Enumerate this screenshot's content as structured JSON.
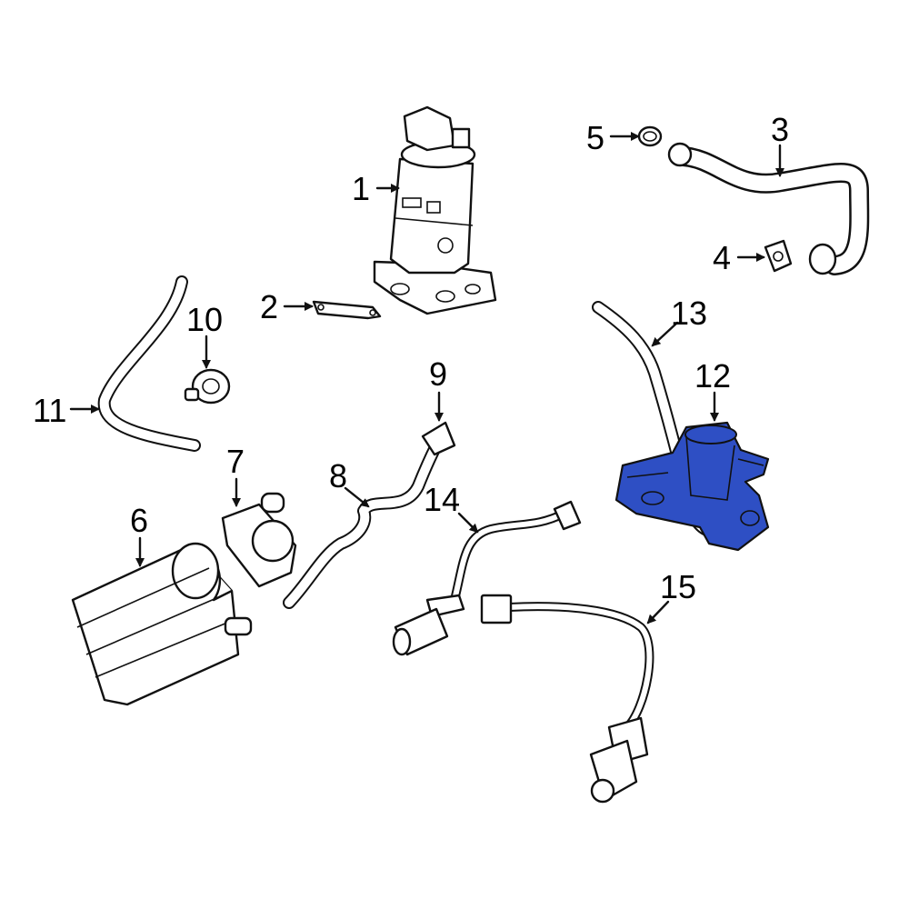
{
  "diagram": {
    "highlight_color": "#2e4fc4",
    "highlighted_part": "12",
    "callouts": [
      "1",
      "2",
      "3",
      "4",
      "5",
      "6",
      "7",
      "8",
      "9",
      "10",
      "11",
      "12",
      "13",
      "14",
      "15"
    ]
  }
}
